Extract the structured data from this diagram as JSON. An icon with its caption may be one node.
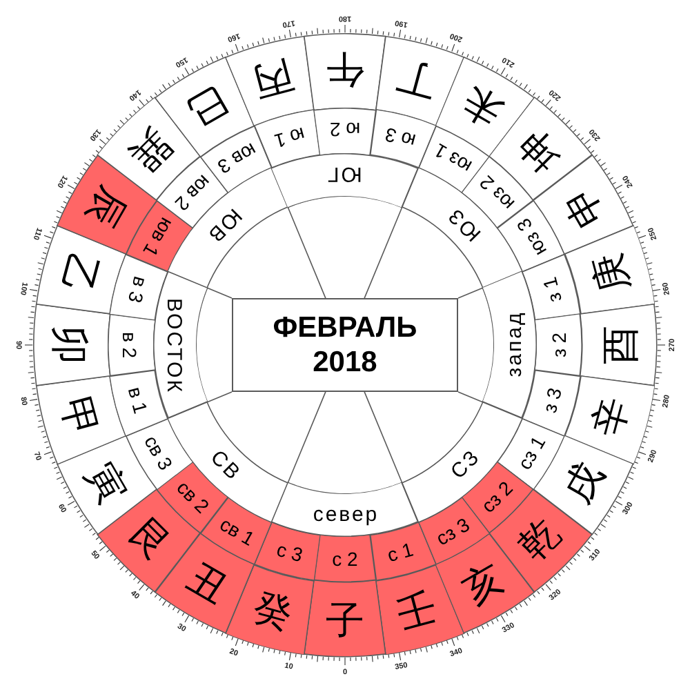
{
  "diagram": {
    "nodes": [
      {
        "text": [
          "ФЕВРАЛЬ 2018"
        ]
      },
      {
        "text": [
          "север"
        ]
      },
      {
        "text": [
          "СВ"
        ]
      },
      {
        "text": [
          "ВОСТОК"
        ]
      },
      {
        "text": [
          "ЮВ"
        ]
      },
      {
        "text": [
          "ЮГ"
        ]
      },
      {
        "text": [
          "ЮЗ"
        ]
      },
      {
        "text": [
          "запад"
        ]
      },
      {
        "text": [
          "СЗ"
        ]
      },
      {
        "text": [
          "с 1"
        ]
      },
      {
        "text": [
          "с 2"
        ]
      },
      {
        "text": [
          "с 3"
        ]
      },
      {
        "text": [
          "св 1"
        ]
      },
      {
        "text": [
          "св 2"
        ]
      },
      {
        "text": [
          "св 3"
        ]
      },
      {
        "text": [
          "в 1"
        ]
      },
      {
        "text": [
          "в 2"
        ]
      },
      {
        "text": [
          "в 3"
        ]
      },
      {
        "text": [
          "юв 1"
        ]
      },
      {
        "text": [
          "юв 2"
        ]
      },
      {
        "text": [
          "юв 3"
        ]
      },
      {
        "text": [
          "ю 1"
        ]
      },
      {
        "text": [
          "ю 2"
        ]
      },
      {
        "text": [
          "ю 3"
        ]
      },
      {
        "text": [
          "юз 1"
        ]
      },
      {
        "text": [
          "юз 2"
        ]
      },
      {
        "text": [
          "юз 3"
        ]
      },
      {
        "text": [
          "з 1"
        ]
      },
      {
        "text": [
          "з 2"
        ]
      },
      {
        "text": [
          "з 3"
        ]
      },
      {
        "text": [
          "сз 1"
        ]
      },
      {
        "text": [
          "сз 2"
        ]
      },
      {
        "text": [
          "сз 3"
        ]
      },
      {
        "text": [
          "壬"
        ]
      },
      {
        "text": [
          "子"
        ]
      },
      {
        "text": [
          "癸"
        ]
      },
      {
        "text": [
          "丑"
        ]
      },
      {
        "text": [
          "艮"
        ]
      },
      {
        "text": [
          "寅"
        ]
      },
      {
        "text": [
          "甲"
        ]
      },
      {
        "text": [
          "卯"
        ]
      },
      {
        "text": [
          "乙"
        ]
      },
      {
        "text": [
          "辰"
        ]
      },
      {
        "text": [
          "巽"
        ]
      },
      {
        "text": [
          "巳"
        ]
      },
      {
        "text": [
          "丙"
        ]
      },
      {
        "text": [
          "午"
        ]
      },
      {
        "text": [
          "丁"
        ]
      },
      {
        "text": [
          "未"
        ]
      },
      {
        "text": [
          "坤"
        ]
      },
      {
        "text": [
          "申"
        ]
      },
      {
        "text": [
          "庚"
        ]
      },
      {
        "text": [
          "酉"
        ]
      },
      {
        "text": [
          "辛"
        ]
      },
      {
        "text": [
          "戌"
        ]
      },
      {
        "text": [
          "乾"
        ]
      },
      {
        "text": [
          "亥"
        ]
      }
    ],
    "labels": [
      "0",
      "10",
      "20",
      "30",
      "40",
      "50",
      "60",
      "70",
      "80",
      "90",
      "100",
      "110",
      "120",
      "130",
      "140",
      "150",
      "160",
      "170",
      "180",
      "190",
      "200",
      "210",
      "220",
      "230",
      "240",
      "250",
      "260",
      "270",
      "280",
      "290",
      "300",
      "310",
      "320",
      "330",
      "340",
      "350"
    ]
  }
}
